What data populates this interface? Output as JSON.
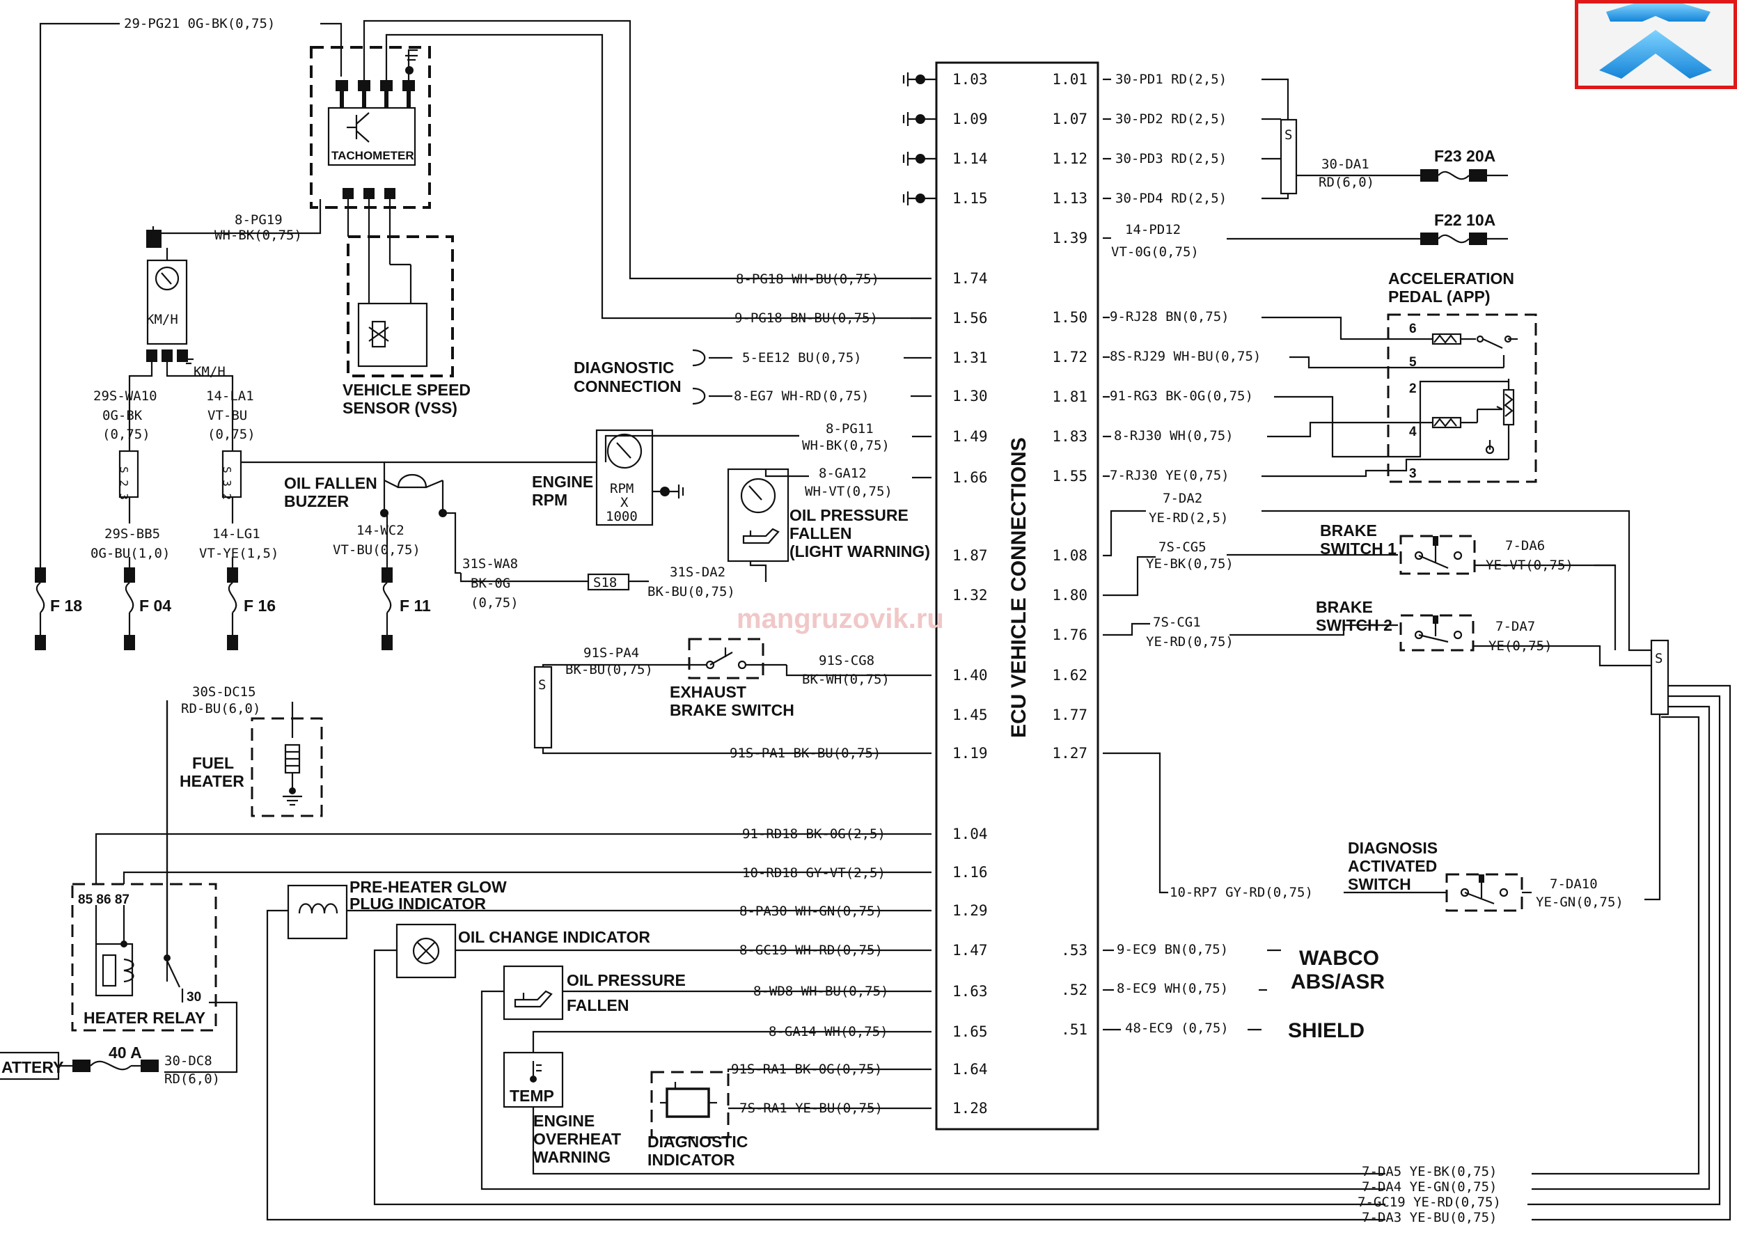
{
  "ecu": {
    "title": "ECU  VEHICLE  CONNECTIONS",
    "left_pins": [
      "1.03",
      "1.09",
      "1.14",
      "1.15",
      "1.74",
      "1.56",
      "1.31",
      "1.30",
      "1.49",
      "1.66",
      "1.87",
      "1.32",
      "1.40",
      "1.45",
      "1.19",
      "1.04",
      "1.16",
      "1.29",
      "1.47",
      "1.63",
      "1.65",
      "1.64",
      "1.28"
    ],
    "right_pins": [
      "1.01",
      "1.07",
      "1.12",
      "1.13",
      "1.39",
      "1.50",
      "1.72",
      "1.81",
      "1.83",
      "1.55",
      "1.08",
      "1.80",
      "1.76",
      "1.62",
      "1.77",
      "1.27",
      ".53",
      ".52",
      ".51"
    ]
  },
  "wires": {
    "pg21": "29-PG21  0G-BK(0,75)",
    "pg19a": "8-PG19",
    "pg19b": "WH-BK(0,75)",
    "km_h_2": "KM/H",
    "wa10a": "29S-WA10",
    "wa10b": "0G-BK",
    "wa10c": "(0,75)",
    "la1a": "14-LA1",
    "la1b": "VT-BU",
    "la1c": "(0,75)",
    "bb5a": "29S-BB5",
    "bb5b": "0G-BU(1,0)",
    "lg1a": "14-LG1",
    "lg1b": "VT-YE(1,5)",
    "wc2a": "14-WC2",
    "wc2b": "VT-BU(0,75)",
    "wa8a": "31S-WA8",
    "wa8b": "BK-0G",
    "wa8c": "(0,75)",
    "da2a": "31S-DA2",
    "da2b": "BK-BU(0,75)",
    "pa4a": "91S-PA4",
    "pa4b": "BK-BU(0,75)",
    "cg8a": "91S-CG8",
    "cg8b": "BK-WH(0,75)",
    "dc15a": "30S-DC15",
    "dc15b": "RD-BU(6,0)",
    "dc8a": "30-DC8",
    "dc8b": "RD(6,0)",
    "pg18a": "8-PG18  WH-BU(0,75)",
    "pg18b": "9-PG18  BN-BU(0,75)",
    "ee12": "5-EE12  BU(0,75)",
    "eg7": "8-EG7  WH-RD(0,75)",
    "pg11a": "8-PG11",
    "pg11b": "WH-BK(0,75)",
    "ga12a": "8-GA12",
    "ga12b": "WH-VT(0,75)",
    "pa1": "91S-PA1  BK-BU(0,75)",
    "rd18a": "91-RD18  BK-0G(2,5)",
    "rd18b": "10-RD18  GY-VT(2,5)",
    "pa30": "8-PA30  WH-GN(0,75)",
    "gc19": "8-GC19  WH-RD(0,75)",
    "wd8": "8-WD8  WH-BU(0,75)",
    "ga14": "8-GA14  WH(0,75)",
    "ra1a": "91S-RA1  BK-0G(0,75)",
    "ra1b": "7S-RA1  YE-BU(0,75)",
    "pd1": "30-PD1  RD(2,5)",
    "pd2": "30-PD2  RD(2,5)",
    "pd3": "30-PD3  RD(2,5)",
    "pd4": "30-PD4  RD(2,5)",
    "da1a": "30-DA1",
    "da1b": "RD(6,0)",
    "pd12a": "14-PD12",
    "pd12b": "VT-0G(0,75)",
    "rj28": "9-RJ28  BN(0,75)",
    "rj29": "8S-RJ29  WH-BU(0,75)",
    "rg3": "91-RG3  BK-0G(0,75)",
    "rj30a": "8-RJ30  WH(0,75)",
    "rj30b": "7-RJ30  YE(0,75)",
    "da2c": "7-DA2",
    "da2d": "YE-RD(2,5)",
    "cg5a": "7S-CG5",
    "cg5b": "YE-BK(0,75)",
    "da6a": "7-DA6",
    "da6b": "YE-VT(0,75)",
    "cg1a": "7S-CG1",
    "cg1b": "YE-RD(0,75)",
    "da7a": "7-DA7",
    "da7b": "YE(0,75)",
    "rp7": "10-RP7  GY-RD(0,75)",
    "da10a": "7-DA10",
    "da10b": "YE-GN(0,75)",
    "ec9a": "9-EC9  BN(0,75)",
    "ec9b": "8-EC9  WH(0,75)",
    "ec9c": "48-EC9  (0,75)",
    "da5": "7-DA5  YE-BK(0,75)",
    "da4": "7-DA4  YE-GN(0,75)",
    "gc19b": "7-GC19  YE-RD(0,75)",
    "da3": "7-DA3  YE-BU(0,75)"
  },
  "labels": {
    "tachometer": "TACHOMETER",
    "km_h": "KM/H",
    "vss1": "VEHICLE SPEED",
    "vss2": "SENSOR (VSS)",
    "diag1": "DIAGNOSTIC",
    "diag2": "CONNECTION",
    "oil_buzzer1": "OIL FALLEN",
    "oil_buzzer2": "BUZZER",
    "engine_rpm1": "ENGINE",
    "engine_rpm2": "RPM",
    "rpm1": "RPM",
    "rpm2": "X",
    "rpm3": "1000",
    "oil_press1": "OIL PRESSURE",
    "oil_press2": "FALLEN",
    "oil_press3": "(LIGHT WARNING)",
    "exhaust1": "EXHAUST",
    "exhaust2": "BRAKE SWITCH",
    "fuel1": "FUEL",
    "fuel2": "HEATER",
    "relay": "HEATER  RELAY",
    "relay_pins": "85  86  87",
    "relay_30": "30",
    "battery": "ATTERY",
    "fuse40": "40 A",
    "glow1": "PRE-HEATER GLOW",
    "glow2": "PLUG INDICATOR",
    "oil_change": "OIL CHANGE INDICATOR",
    "oil_fall1": "OIL PRESSURE",
    "oil_fall2": "FALLEN",
    "temp": "TEMP",
    "overheat1": "ENGINE",
    "overheat2": "OVERHEAT",
    "overheat3": "WARNING",
    "diagind1": "DIAGNOSTIC",
    "diagind2": "INDICATOR",
    "app1": "ACCELERATION",
    "app2": "PEDAL (APP)",
    "brake1a": "BRAKE",
    "brake1b": "SWITCH 1",
    "brake2a": "BRAKE",
    "brake2b": "SWITCH 2",
    "diag_act1": "DIAGNOSIS",
    "diag_act2": "ACTIVATED",
    "diag_act3": "SWITCH",
    "wabco1": "WABCO",
    "wabco2": "ABS/ASR",
    "shield": "SHIELD",
    "f18": "F 18",
    "f04": "F 04",
    "f16": "F 16",
    "f11": "F 11",
    "f23": "F23  20A",
    "f22": "F22  10A",
    "s18": "S18",
    "s23": "S 2 3",
    "s32": "S 3 2",
    "splice_s": "S",
    "app_pins": [
      "6",
      "5",
      "2",
      "4",
      "3"
    ],
    "watermark": "mangruzovik.ru"
  },
  "colors": {
    "wire": "#111111",
    "watermark": "#f1c7c7",
    "corner_border": "#e01818",
    "corner_icon": "#2a9be6"
  }
}
